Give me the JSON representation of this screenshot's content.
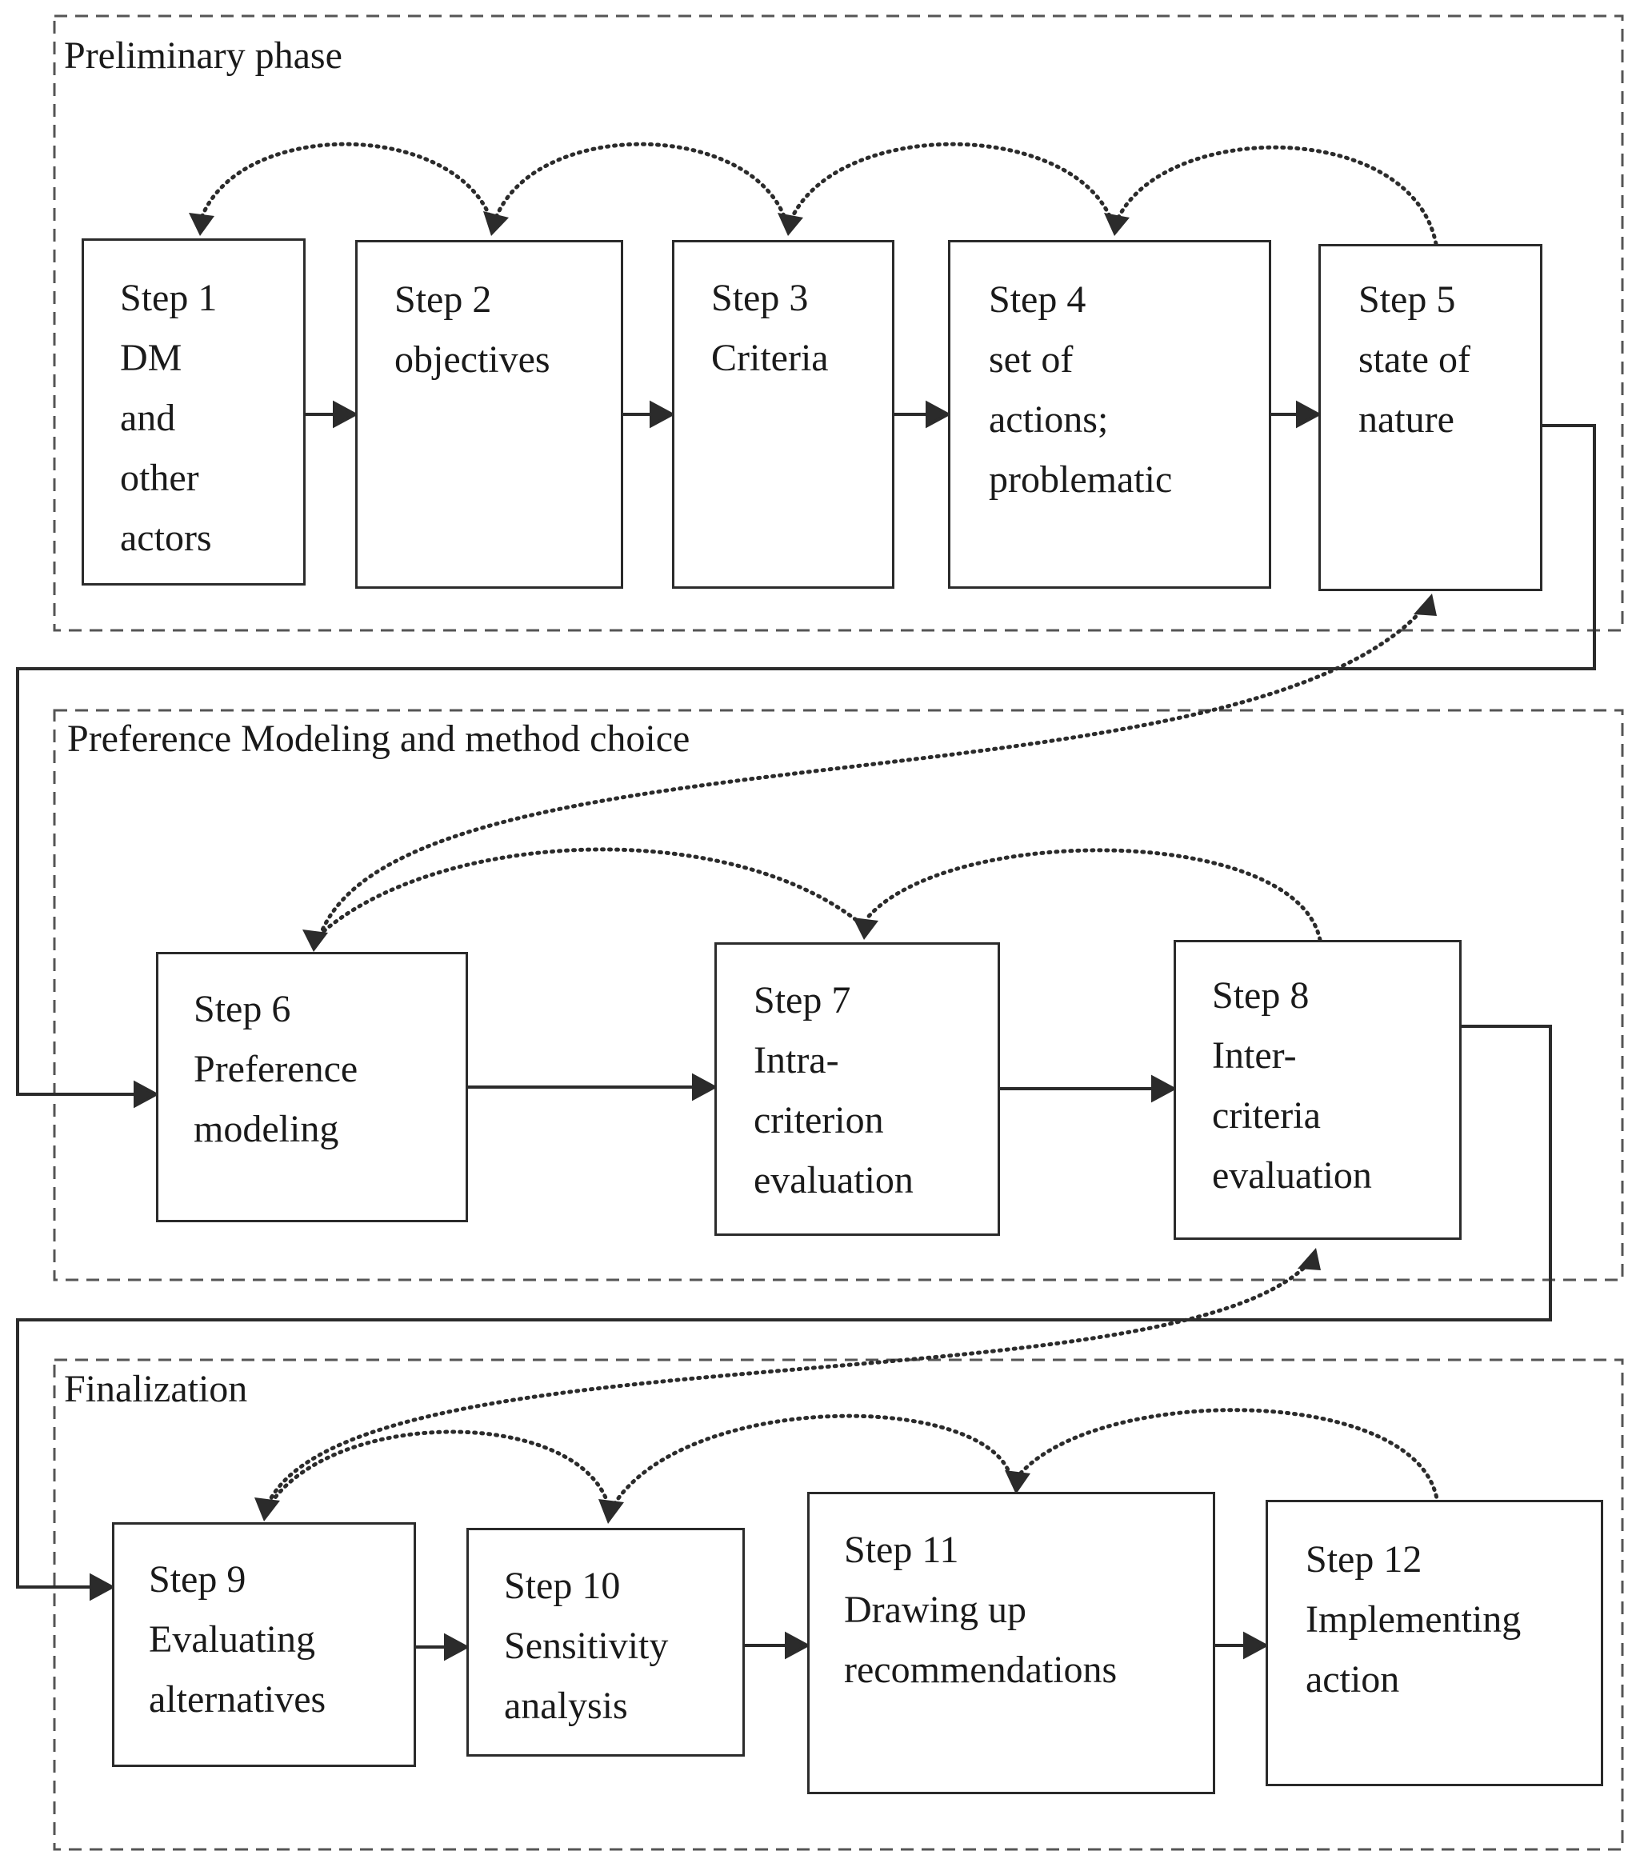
{
  "phases": [
    {
      "label": "Preliminary phase"
    },
    {
      "label": "Preference Modeling and method choice"
    },
    {
      "label": "Finalization"
    }
  ],
  "steps": [
    {
      "lines": [
        "Step 1",
        "DM",
        "and",
        "other",
        "actors"
      ]
    },
    {
      "lines": [
        "Step 2",
        "objectives"
      ]
    },
    {
      "lines": [
        "Step 3",
        "Criteria"
      ]
    },
    {
      "lines": [
        "Step 4",
        "set of",
        "actions;",
        "problematic"
      ]
    },
    {
      "lines": [
        "Step 5",
        "state of",
        "nature"
      ]
    },
    {
      "lines": [
        "Step 6",
        "Preference",
        "modeling"
      ]
    },
    {
      "lines": [
        "Step 7",
        "Intra-",
        "criterion",
        "evaluation"
      ]
    },
    {
      "lines": [
        "Step 8",
        "Inter-",
        "criteria",
        "evaluation"
      ]
    },
    {
      "lines": [
        "Step 9",
        "Evaluating",
        "alternatives"
      ]
    },
    {
      "lines": [
        "Step 10",
        "Sensitivity",
        "analysis"
      ]
    },
    {
      "lines": [
        "Step 11",
        "Drawing up",
        "recommendations"
      ]
    },
    {
      "lines": [
        "Step 12",
        "Implementing",
        "action"
      ]
    }
  ],
  "colors": {
    "line": "#2b2b2b",
    "dashed": "#555555",
    "text": "#1a1a1a"
  }
}
